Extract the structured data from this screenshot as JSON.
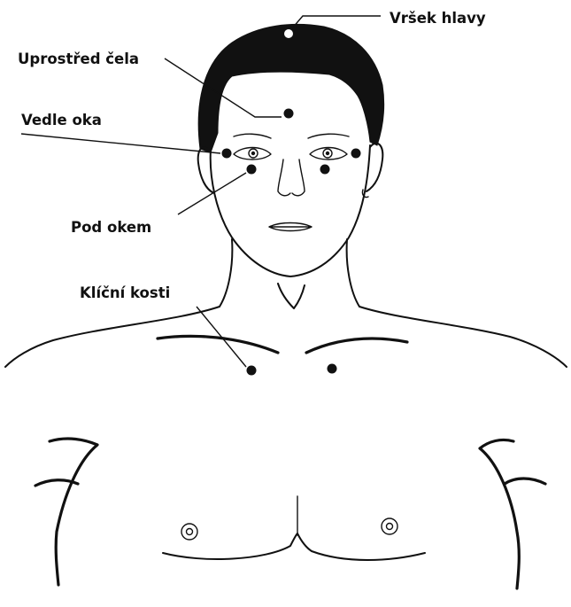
{
  "labels": {
    "top_of_head": "Vršek hlavy",
    "mid_forehead": "Uprostřed čela",
    "beside_eye": "Vedle oka",
    "under_eye": "Pod okem",
    "collarbones": "Klíční kosti"
  },
  "colors": {
    "ink": "#111111",
    "hair": "#111111",
    "background": "#ffffff"
  }
}
